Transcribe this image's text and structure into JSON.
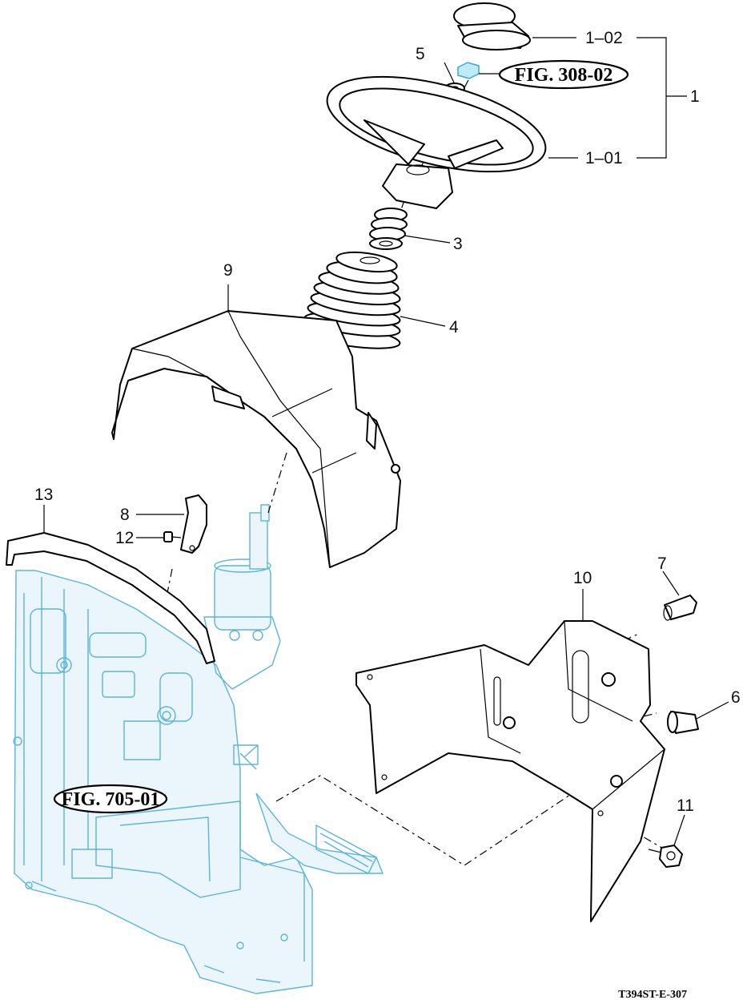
{
  "labels": {
    "p1": "1",
    "p1_01": "1–01",
    "p1_02": "1–02",
    "p3": "3",
    "p4": "4",
    "p5": "5",
    "p6": "6",
    "p7": "7",
    "p8": "8",
    "p9": "9",
    "p10": "10",
    "p11": "11",
    "p12": "12",
    "p13": "13"
  },
  "references": {
    "fig_308_02": "FIG. 308-02",
    "fig_705_01": "FIG. 705-01"
  },
  "drawing_code": "T394ST-E-307",
  "colors": {
    "reference_frame": "#5ab4dd",
    "highlight_nut": "#bfeaf7",
    "line": "#000000"
  }
}
